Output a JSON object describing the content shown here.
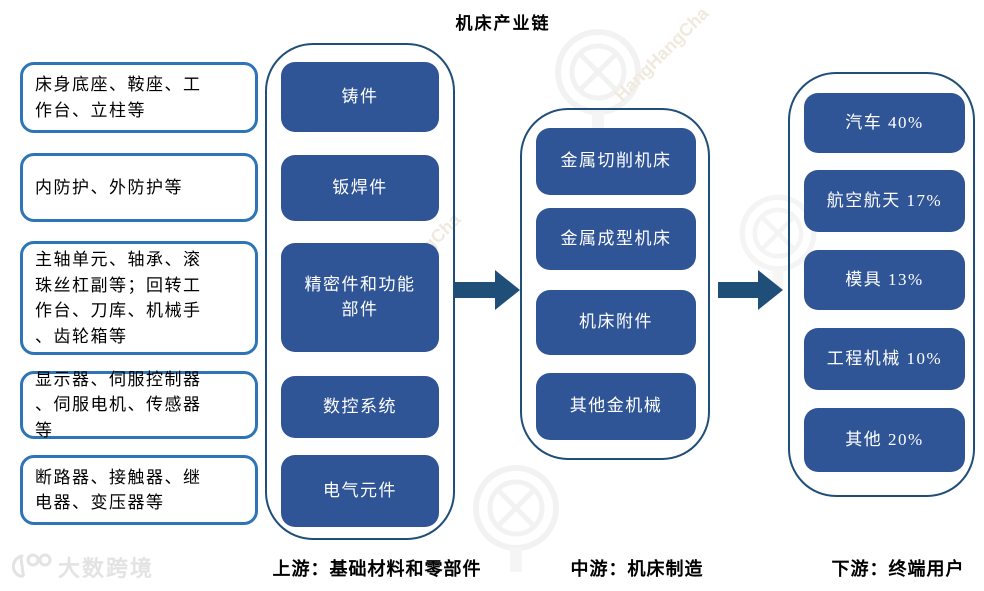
{
  "title": "机床产业链",
  "upstream": {
    "label": "上游：基础材料和零部件",
    "material_boxes": [
      "床身底座、鞍座、工\n作台、立柱等",
      "内防护、外防护等",
      "主轴单元、轴承、滚\n珠丝杠副等；回转工\n作台、刀库、机械手\n、齿轮箱等",
      "显示器、伺服控制器\n、伺服电机、传感器\n等",
      "断路器、接触器、继\n电器、变压器等"
    ],
    "component_boxes": [
      "铸件",
      "钣焊件",
      "精密件和功能\n部件",
      "数控系统",
      "电气元件"
    ]
  },
  "midstream": {
    "label": "中游：机床制造",
    "boxes": [
      "金属切削机床",
      "金属成型机床",
      "机床附件",
      "其他金机械"
    ]
  },
  "downstream": {
    "label": "下游：终端用户",
    "boxes": [
      "汽车 40%",
      "航空航天 17%",
      "模具 13%",
      "工程机械 10%",
      "其他 20%"
    ]
  },
  "watermark": {
    "brand": "大数跨境",
    "diagonal_text": "HangHangCha"
  },
  "colors": {
    "node_fill": "#2f5597",
    "node_text": "#ffffff",
    "outline_box_border": "#2e75b6",
    "container_border": "#1f4e79",
    "arrow": "#1f4e79"
  }
}
